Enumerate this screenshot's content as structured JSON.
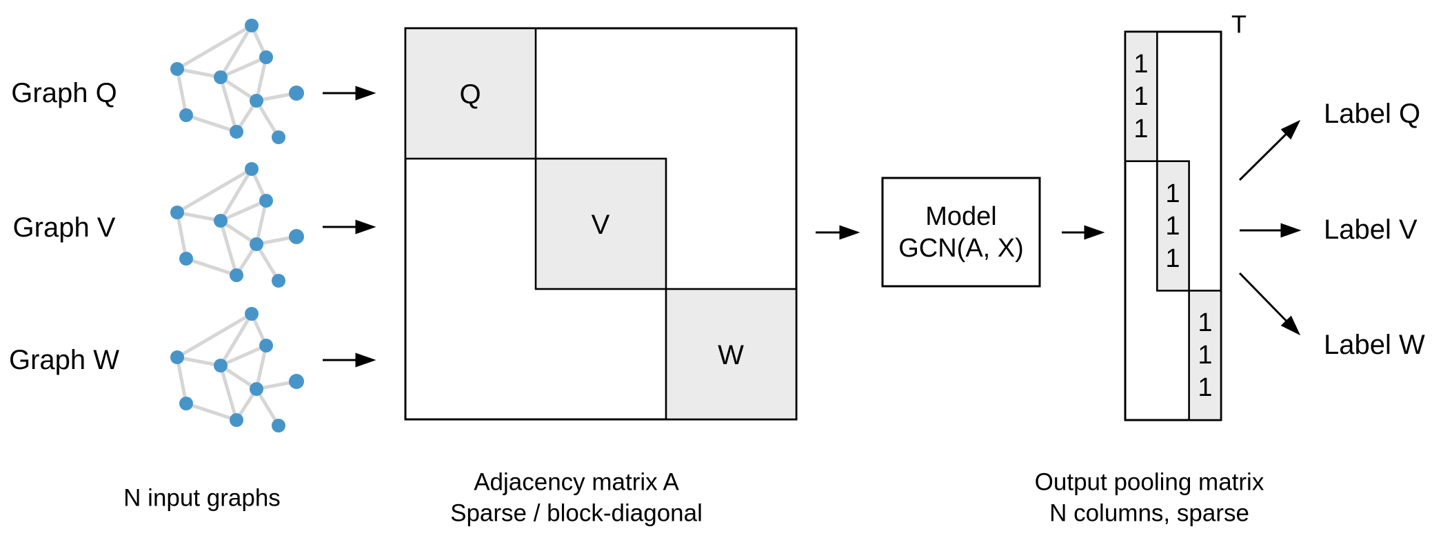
{
  "left": {
    "graph_labels": [
      "Graph Q",
      "Graph V",
      "Graph W"
    ],
    "caption": "N input graphs"
  },
  "adjacency": {
    "block_labels": [
      "Q",
      "V",
      "W"
    ],
    "caption_line1": "Adjacency matrix A",
    "caption_line2": "Sparse / block-diagonal"
  },
  "model": {
    "line1": "Model",
    "line2": "GCN(A, X)"
  },
  "pooling": {
    "transpose_symbol": "T",
    "one": "1",
    "caption_line1": "Output pooling matrix",
    "caption_line2": "N columns, sparse"
  },
  "output_labels": [
    "Label Q",
    "Label V",
    "Label W"
  ],
  "colors": {
    "node_fill": "#4795c8",
    "graph_edge": "#d6d6d6",
    "block_fill": "#ebebeb",
    "line": "#000000",
    "background": "#ffffff"
  }
}
